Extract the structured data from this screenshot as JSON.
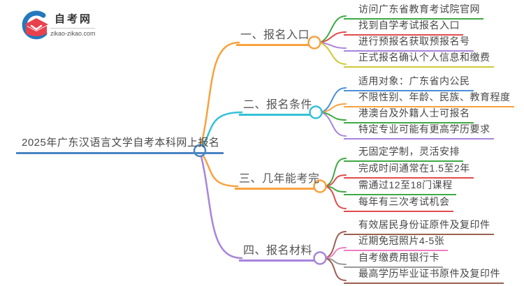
{
  "logo": {
    "title": "自考网",
    "domain": "zikao-zikao.com",
    "icon": "graduation-cap-logo-icon",
    "colors": {
      "crescent": "#2478bd",
      "cap": "#e8414d"
    }
  },
  "central": {
    "title": "2025年广东汉语言文学自考本科网上报名",
    "color": "#4a85c4"
  },
  "branches": [
    {
      "label": "一、报名入口",
      "color": "#f7a23e",
      "children": [
        {
          "text": "访问广东省教育考试院官网",
          "color": "#3fa944"
        },
        {
          "text": "找到自学考试报名入口",
          "color": "#e14c4c"
        },
        {
          "text": "进行预报名获取预报名号",
          "color": "#a884db"
        },
        {
          "text": "正式报名确认个人信息和缴费",
          "color": "#cfc937"
        }
      ]
    },
    {
      "label": "二、报名条件",
      "color": "#35c0d8",
      "children": [
        {
          "text": "适用对象：广东省内公民",
          "color": "#4a8fd9"
        },
        {
          "text": "不限性别、年龄、民族、教育程度",
          "color": "#f7a23e"
        },
        {
          "text": "港澳台及外籍人士可报名",
          "color": "#3fa944"
        },
        {
          "text": "特定专业可能有更高学历要求",
          "color": "#a884db"
        }
      ]
    },
    {
      "label": "三、几年能考完",
      "color": "#f7a23e",
      "children": [
        {
          "text": "无固定学制，灵活安排",
          "color": "#3fa944"
        },
        {
          "text": "完成时间通常在1.5至2年",
          "color": "#e14c4c"
        },
        {
          "text": "需通过12至18门课程",
          "color": "#3fa944"
        },
        {
          "text": "每年有三次考试机会",
          "color": "#e14c4c"
        }
      ]
    },
    {
      "label": "四、报名材料",
      "color": "#a884db",
      "children": [
        {
          "text": "有效居民身份证原件及复印件",
          "color": "#9c5f51"
        },
        {
          "text": "近期免冠照片4-5张",
          "color": "#ef7ec2"
        },
        {
          "text": "自考缴费用银行卡",
          "color": "#9a9a9a"
        },
        {
          "text": "最高学历毕业证书原件及复印件",
          "color": "#9c5f51"
        }
      ]
    }
  ]
}
